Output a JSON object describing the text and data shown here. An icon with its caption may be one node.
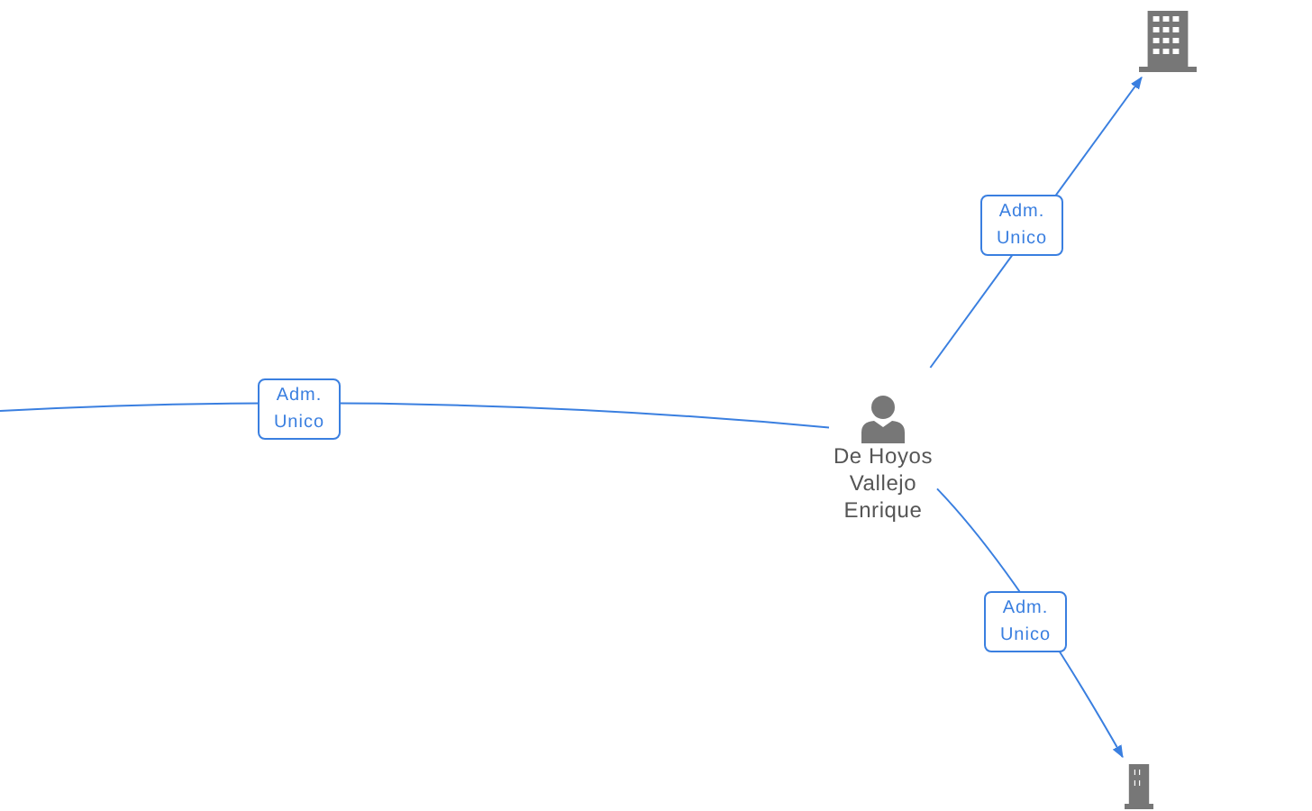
{
  "diagram": {
    "nodes": [
      {
        "text": [
          "De Hoyos Vallejo Enrique"
        ]
      },
      {
        "text": [],
        "shape": "building"
      },
      {
        "text": [],
        "shape": "building"
      }
    ],
    "edges": [
      {
        "from": 0,
        "to": 1,
        "arrow": "to",
        "label": "Adm. Unico"
      },
      {
        "from": null,
        "to": 0,
        "arrow": "none",
        "label": "Adm. Unico"
      },
      {
        "from": 0,
        "to": 2,
        "arrow": "to",
        "label": "Adm. Unico"
      }
    ]
  }
}
